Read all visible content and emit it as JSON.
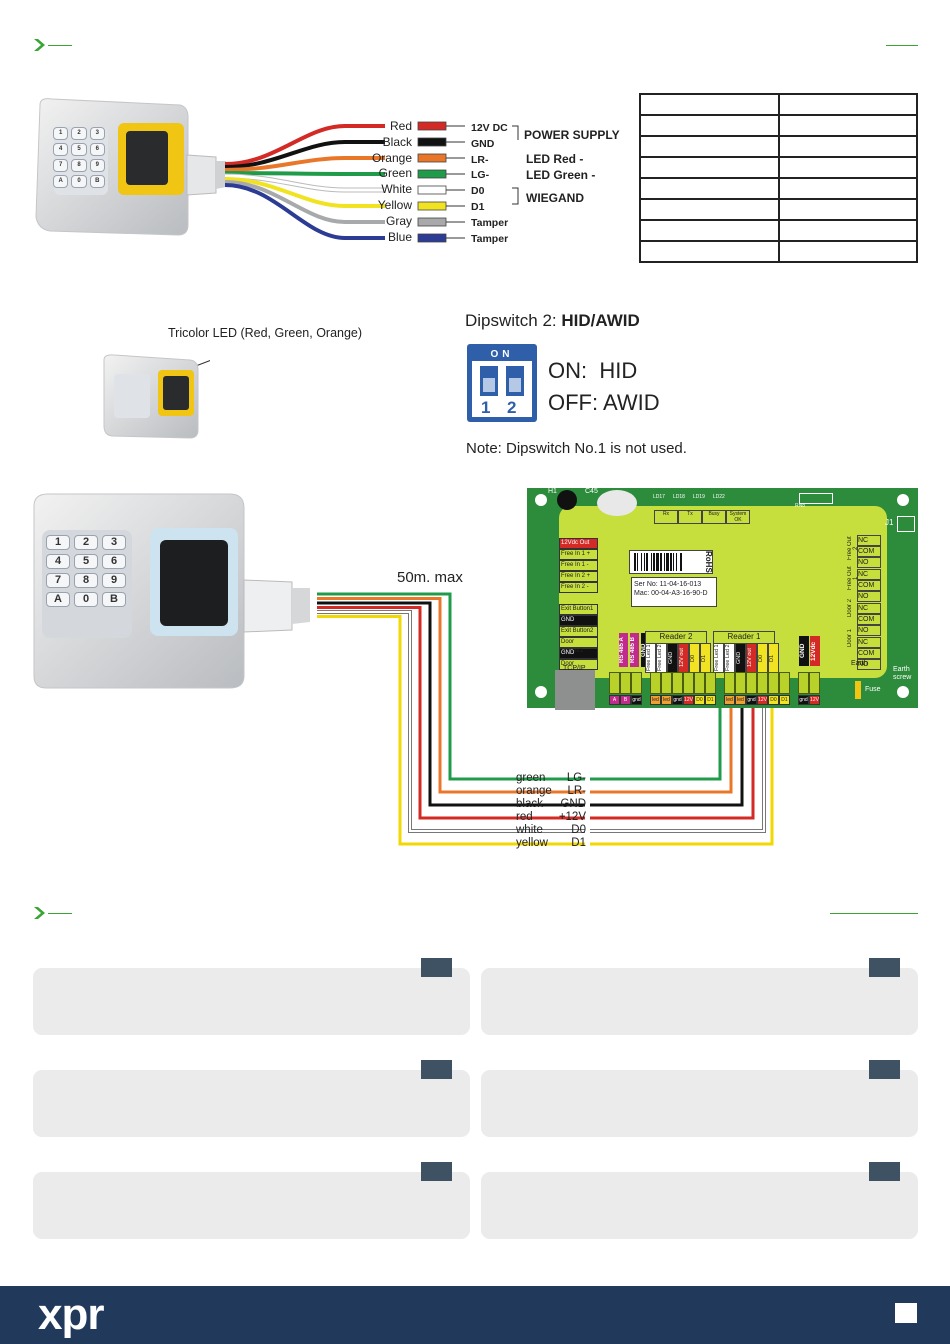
{
  "wires": [
    {
      "color_name": "Red",
      "terminal": "12V DC",
      "hex": "#d42a26"
    },
    {
      "color_name": "Black",
      "terminal": "GND",
      "hex": "#111111"
    },
    {
      "color_name": "Orange",
      "terminal": "LR-",
      "hex": "#e8772a"
    },
    {
      "color_name": "Green",
      "terminal": "LG-",
      "hex": "#1f9b4a"
    },
    {
      "color_name": "White",
      "terminal": "D0",
      "hex": "#ffffff"
    },
    {
      "color_name": "Yellow",
      "terminal": "D1",
      "hex": "#f1e321"
    },
    {
      "color_name": "Gray",
      "terminal": "Tamper",
      "hex": "#a7a9ab"
    },
    {
      "color_name": "Blue",
      "terminal": "Tamper",
      "hex": "#2c3b93"
    }
  ],
  "groups": {
    "power": "POWER SUPPLY",
    "led_red": "LED Red -",
    "led_green": "LED Green -",
    "wiegand": "WIEGAND"
  },
  "tricolor_label": "Tricolor LED (Red, Green, Orange)",
  "dipswitch": {
    "title_prefix": "Dipswitch 2: ",
    "title_bold": "HID/AWID",
    "on_label": "ON",
    "num1": "1",
    "num2": "2",
    "on_text": "ON:  HID",
    "off_text": "OFF: AWID",
    "note": "Note: Dipswitch No.1 is not used."
  },
  "distance": "50m. max",
  "cable": [
    {
      "name": "green",
      "signal": "LG-",
      "hex": "#1f9b4a"
    },
    {
      "name": "orange",
      "signal": "LR-",
      "hex": "#e8772a"
    },
    {
      "name": "black",
      "signal": "GND",
      "hex": "#111111"
    },
    {
      "name": "red",
      "signal": "+12V",
      "hex": "#d42a26"
    },
    {
      "name": "white",
      "signal": "D0",
      "hex": "#bbbbbb"
    },
    {
      "name": "yellow",
      "signal": "D1",
      "hex": "#f1d800"
    }
  ],
  "keypad_small": [
    "1",
    "2",
    "3",
    "4",
    "5",
    "6",
    "7",
    "8",
    "9",
    "A",
    "0",
    "B"
  ],
  "keypad_large": [
    "1",
    "2",
    "3",
    "4",
    "5",
    "6",
    "7",
    "8",
    "9",
    "A",
    "0",
    "B"
  ],
  "board": {
    "ser": "Ser No: 11-04-16-013",
    "mac": "Mac: 00-04-A3-16-90-D",
    "rohs": "RoHS",
    "top_leds": [
      "Rx",
      "Tx",
      "Busy",
      "System OK"
    ],
    "led_codes": [
      "LD17",
      "LD18",
      "LD19",
      "LD22"
    ],
    "left_terms": [
      "12Vdc Out",
      "Free In 1 +",
      "Free In 1 -",
      "Free In 2 +",
      "Free In 2 -"
    ],
    "left_terms2": [
      "Exit Button1",
      "GND",
      "Exit Button2",
      "Door Sensor1",
      "GND",
      "Door Sensor2"
    ],
    "tcpip": "TCP/IP",
    "rs485": [
      "RS 485 A",
      "RS 485 B",
      "GND"
    ],
    "reader2": "Reader 2",
    "reader1": "Reader 1",
    "reader_pins": [
      "Free Led 1",
      "Free Led 2",
      "GND",
      "12V out",
      "D0",
      "D1"
    ],
    "right_relays": [
      "NC",
      "COM",
      "NO",
      "NC",
      "COM",
      "NO",
      "NC",
      "COM",
      "NO",
      "NC",
      "COM",
      "NO"
    ],
    "right_side": [
      "Free Out 2",
      "Free Out 1",
      "Door 2",
      "Door 1"
    ],
    "power_pins": [
      "GND",
      "12Vdc"
    ],
    "bottom_pins": [
      "A",
      "B",
      "gnd",
      "led",
      "led",
      "gnd",
      "12V",
      "D0",
      "D1",
      "led",
      "led",
      "gnd",
      "12V",
      "D0",
      "D1",
      "gnd",
      "12V"
    ],
    "earth": "Earth",
    "earth_screw": "Earth screw",
    "fuse": "Fuse",
    "h1": "H1",
    "j1": "J1",
    "c45": "C45",
    "rn": "RN8"
  },
  "footer": {
    "logo": "xpr"
  },
  "colors": {
    "accent": "#3aa535",
    "navy": "#213a5c",
    "board_green": "#2d8b3c",
    "board_lime": "#c6df3c",
    "dip_blue": "#2f5fa8"
  }
}
